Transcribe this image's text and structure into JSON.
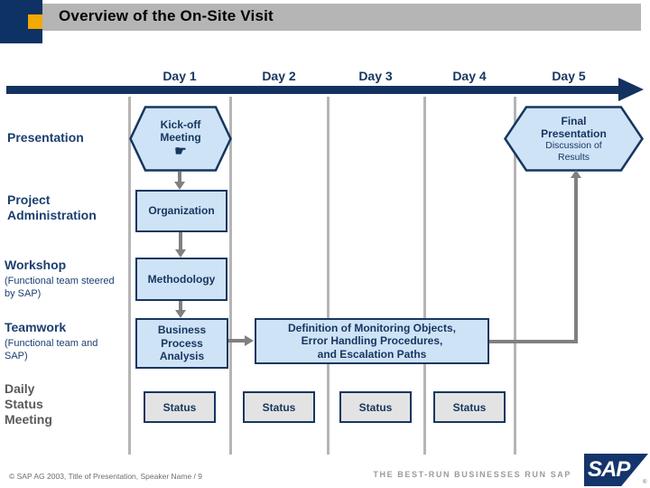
{
  "header": {
    "title": "Overview of the On-Site Visit"
  },
  "timeline": {
    "days": [
      "Day 1",
      "Day 2",
      "Day 3",
      "Day 4",
      "Day 5"
    ]
  },
  "rows": {
    "presentation": {
      "label": "Presentation"
    },
    "project_administration": {
      "line1": "Project",
      "line2": "Administration"
    },
    "workshop": {
      "label": "Workshop",
      "sub": "(Functional team steered by SAP)"
    },
    "teamwork": {
      "label": "Teamwork",
      "sub": "(Functional team and SAP)"
    },
    "daily_status": {
      "line1": "Daily",
      "line2": "Status",
      "line3": "Meeting"
    }
  },
  "shapes": {
    "kickoff": {
      "line1": "Kick-off",
      "line2": "Meeting",
      "pointing_hand_icon": "☛"
    },
    "final": {
      "line1": "Final",
      "line2": "Presentation",
      "sub": "Discussion of Results"
    },
    "organization": {
      "label": "Organization"
    },
    "methodology": {
      "label": "Methodology"
    },
    "business_process_analysis": {
      "line1": "Business",
      "line2": "Process",
      "line3": "Analysis"
    },
    "definition": {
      "line1": "Definition of Monitoring Objects,",
      "line2": "Error Handling Procedures,",
      "line3": "and Escalation Paths"
    }
  },
  "status_boxes": [
    "Status",
    "Status",
    "Status",
    "Status"
  ],
  "footer": {
    "copyright": "© SAP AG 2003, Title of Presentation, Speaker Name / 9",
    "tagline": "THE BEST-RUN BUSINESSES RUN SAP",
    "logo_text": "SAP",
    "registered_mark": "®"
  },
  "colors": {
    "navy": "#14325f",
    "label_navy": "#1c3f70",
    "shape_fill": "#cfe3f6",
    "shape_border": "#16365f",
    "header_gray": "#b5b5b5",
    "divider_gray": "#b5b5b5",
    "connector_gray": "#808080",
    "status_fill": "#e3e3e3",
    "accent_orange": "#f2a900",
    "daily_label_gray": "#595959",
    "logo_navy": "#14356b"
  }
}
